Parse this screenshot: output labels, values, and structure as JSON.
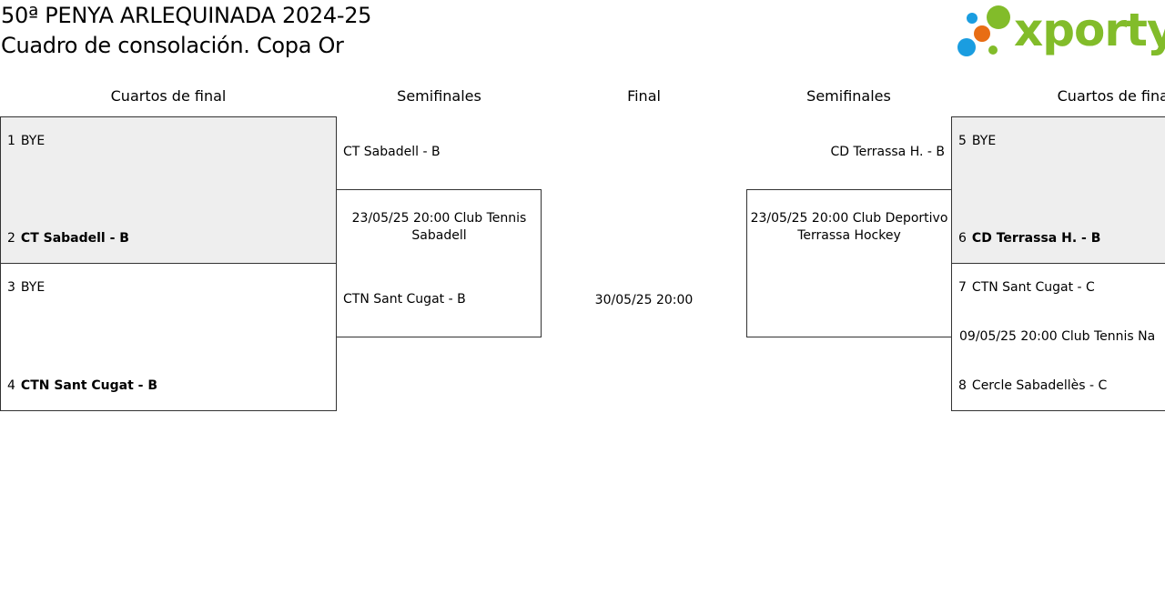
{
  "header": {
    "title": "50ª PENYA ARLEQUINADA 2024-25",
    "subtitle": "Cuadro de consolación. Copa Or",
    "logo_text": "xporty",
    "logo_colors": [
      "#1a9de0",
      "#e86d14",
      "#82bc2a"
    ]
  },
  "rounds": {
    "left_qf": "Cuartos de final",
    "left_sf": "Semifinales",
    "final": "Final",
    "right_sf": "Semifinales",
    "right_qf": "Cuartos de final"
  },
  "left": {
    "qf1": {
      "seed_a": "1",
      "team_a": "BYE",
      "seed_b": "2",
      "team_b": "CT Sabadell - B"
    },
    "qf2": {
      "seed_a": "3",
      "team_a": "BYE",
      "seed_b": "4",
      "team_b": "CTN Sant Cugat - B"
    },
    "sf": {
      "team_a": "CT Sabadell - B",
      "info": "23/05/25 20:00 Club Tennis Sabadell",
      "team_b": "CTN Sant Cugat - B"
    }
  },
  "final": {
    "info": "30/05/25 20:00"
  },
  "right": {
    "sf": {
      "team_a": "CD Terrassa H. - B",
      "info": "23/05/25 20:00 Club Deportivo Terrassa Hockey"
    },
    "qf1": {
      "seed_a": "5",
      "team_a": "BYE",
      "seed_b": "6",
      "team_b": "CD Terrassa H. - B"
    },
    "qf2": {
      "seed_a": "7",
      "team_a": "CTN Sant Cugat - C",
      "info": "09/05/25 20:00 Club Tennis Na",
      "seed_b": "8",
      "team_b": "Cercle Sabadellès - C"
    }
  }
}
